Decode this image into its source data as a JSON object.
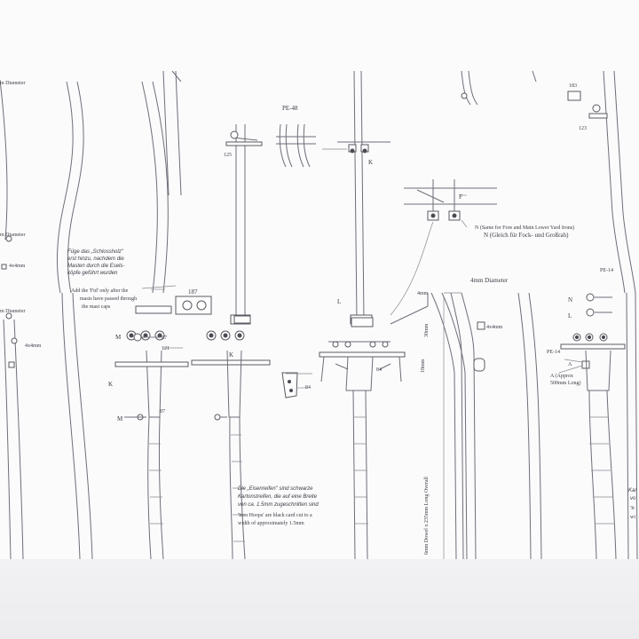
{
  "labels": {
    "diam_left_top": "m Diameter",
    "diam_left_mid": "m Diameter",
    "diam_main": "4mm Diameter",
    "size_4x4_a": "4x4mm",
    "size_4x4_b": "4x4mm",
    "size_4x4_c": "4x4mm",
    "pe48": "PE-48",
    "pe14_a": "PE-14",
    "pe14_b": "PE-14",
    "n187": "187",
    "n183": "183",
    "n123": "123",
    "n125": "125",
    "n121": "121",
    "n87a": "87",
    "n87b": "87",
    "n84a": "84",
    "n84b": "84",
    "n30mm": "30mm",
    "n4mm": "4mm",
    "n18mm": "18mm",
    "k_top": "K",
    "k_mid": "K",
    "k_left": "K",
    "m_a": "M",
    "m_b": "M",
    "l_a": "L",
    "l_b": "L",
    "n_a": "N",
    "n_b": "N",
    "f_a": "F",
    "a_label": "A",
    "a_approx_1": "A (Approx",
    "a_approx_2": "500mm Long)",
    "dowel": "6mm Dowel x 235mm Long Overall"
  },
  "notes": {
    "same_for_fore_1": "N (Same for Fore and Main Lower Yard Irons)",
    "same_for_fore_2": "N (Gleich für Fock- und Großrah)",
    "schlossholz_1": "Füge das „Schlossholz\"",
    "schlossholz_2": "erst hinzu, nachdem die",
    "schlossholz_3": "Masten durch die Esels-",
    "schlossholz_4": "köpfe geführt wurden",
    "fid_1": "Add the 'Fid' only after the",
    "fid_2": "masts have passed through",
    "fid_3": "the mast caps",
    "eisen_1": "Die „Eisenreifen\" sind schwarze",
    "eisen_2": "Kartonstreifen, die auf eine Breite",
    "eisen_3": "von ca. 1.5mm zugeschnitten sind",
    "hoops_1": "'Iron Hoops' are black card cut to a",
    "hoops_2": "width of approximately 1.5mm",
    "right_edge_1": "Kar",
    "right_edge_2": "vo",
    "right_edge_3": "'Ir",
    "right_edge_4": "wi"
  },
  "colors": {
    "paper": "#fbfbfc",
    "line": "#6e6e78",
    "ink": "#3c3c44"
  }
}
